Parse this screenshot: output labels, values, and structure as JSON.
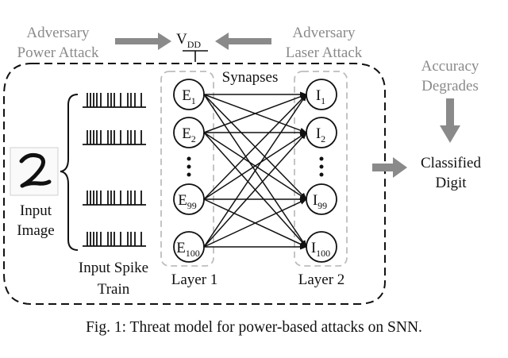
{
  "supply": {
    "main": "V",
    "sub": "DD"
  },
  "attacks": {
    "power": [
      "Adversary",
      "Power Attack"
    ],
    "laser": [
      "Adversary",
      "Laser Attack"
    ]
  },
  "accuracy": [
    "Accuracy",
    "Degrades"
  ],
  "input_image": {
    "label": [
      "Input",
      "Image"
    ],
    "digit": "2"
  },
  "spike_train": {
    "label": [
      "Input Spike",
      "Train"
    ]
  },
  "synapses_label": "Synapses",
  "layer1": {
    "label": "Layer 1",
    "neurons": [
      {
        "main": "E",
        "sub": "1"
      },
      {
        "main": "E",
        "sub": "2"
      },
      {
        "main": "E",
        "sub": "99"
      },
      {
        "main": "E",
        "sub": "100"
      }
    ]
  },
  "layer2": {
    "label": "Layer 2",
    "neurons": [
      {
        "main": "I",
        "sub": "1"
      },
      {
        "main": "I",
        "sub": "2"
      },
      {
        "main": "I",
        "sub": "99"
      },
      {
        "main": "I",
        "sub": "100"
      }
    ]
  },
  "output": [
    "Classified",
    "Digit"
  ],
  "caption": "Fig. 1: Threat model for power-based attacks on SNN.",
  "colors": {
    "gray": "#8a8a8a",
    "black": "#111111",
    "dashed_box": "#bdbdbd"
  },
  "icons": [
    "gray-arrow-icon",
    "ground-symbol-icon",
    "brace-icon",
    "spike-train-icon",
    "handwritten-digit-icon"
  ]
}
